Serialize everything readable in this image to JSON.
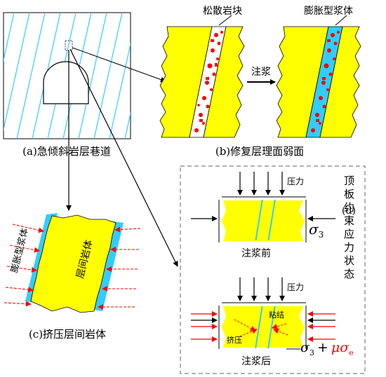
{
  "labels": {
    "loose_rock": "松散岩块",
    "expansive_grout": "膨胀型浆体",
    "grouting": "注浆",
    "caption_a": "(a)急倾斜岩层巷道",
    "caption_b": "(b)修复层理面弱面",
    "caption_c": "(c)挤压层间岩体",
    "caption_d_prefix": "(d)",
    "caption_d_vertical": "顶板约束应力状态",
    "expansive_grout_c": "膨胀型浆体",
    "interlayer_rock": "层间岩体",
    "pressure_top": "压力",
    "pressure_bottom": "压力",
    "before_grouting": "注浆前",
    "after_grouting": "注浆后",
    "bonding": "粘结",
    "squeeze": "挤压",
    "sigma": "σ",
    "sub3": "3",
    "plus": "+",
    "mu_sigma": "μσ",
    "sub_e": "e"
  },
  "colors": {
    "rock": "#ffff00",
    "grout": "#33ccff",
    "loose_rock": "#ff0000",
    "arrow_red": "#ff0000",
    "grout_text": "#33bbee"
  }
}
